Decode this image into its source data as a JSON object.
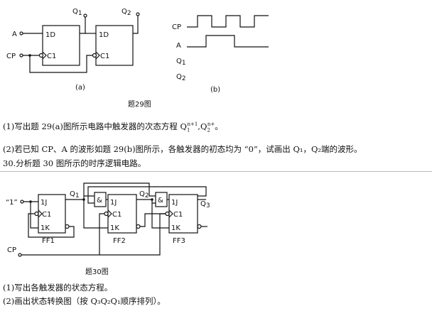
{
  "fig29": {
    "a_caption": "(a)",
    "b_caption": "(b)",
    "title": "题29图",
    "input_a": "A",
    "input_cp": "CP",
    "q1": "Q",
    "q1_sub": "1",
    "q2": "Q",
    "q2_sub": "2",
    "ff_d": "1D",
    "ff_c": "C1",
    "wave_cp": "CP",
    "wave_a": "A",
    "wave_q1": "Q",
    "wave_q1_sub": "1",
    "wave_q2": "Q",
    "wave_q2_sub": "2"
  },
  "text": {
    "q1_line": "(1)写出题 29(a)图所示电路中触发器的次态方程 Q",
    "q1_sub1": "1",
    "q1_sup1": "n+1",
    "q1_comma": ",Q",
    "q1_sub2": "2",
    "q1_sup2": "n+",
    "q1_end": "。",
    "q2_line": "(2)若已知 CP、A 的波形如题 29(b)图所示，各触发器的初态均为 “0”，试画出 Q₁，Q₂端的波形。",
    "q30_line": "30.分析题 30 图所示的时序逻辑电路。",
    "q30_1": "(1)写出各触发器的状态方程。",
    "q30_2": "(2)画出状态转换图（按 Q₃Q₂Q₁顺序排列）。"
  },
  "fig30": {
    "one_input": "“1”",
    "q1": "Q",
    "q1_sub": "1",
    "q2": "Q",
    "q2_sub": "2",
    "q3": "Q",
    "q3_sub": "3",
    "ff_j": "1J",
    "ff_c": "C1",
    "ff_k": "1K",
    "and_symbol": "&",
    "ff1": "FF1",
    "ff2": "FF2",
    "ff3": "FF3",
    "cp": "CP",
    "title": "题30图"
  }
}
